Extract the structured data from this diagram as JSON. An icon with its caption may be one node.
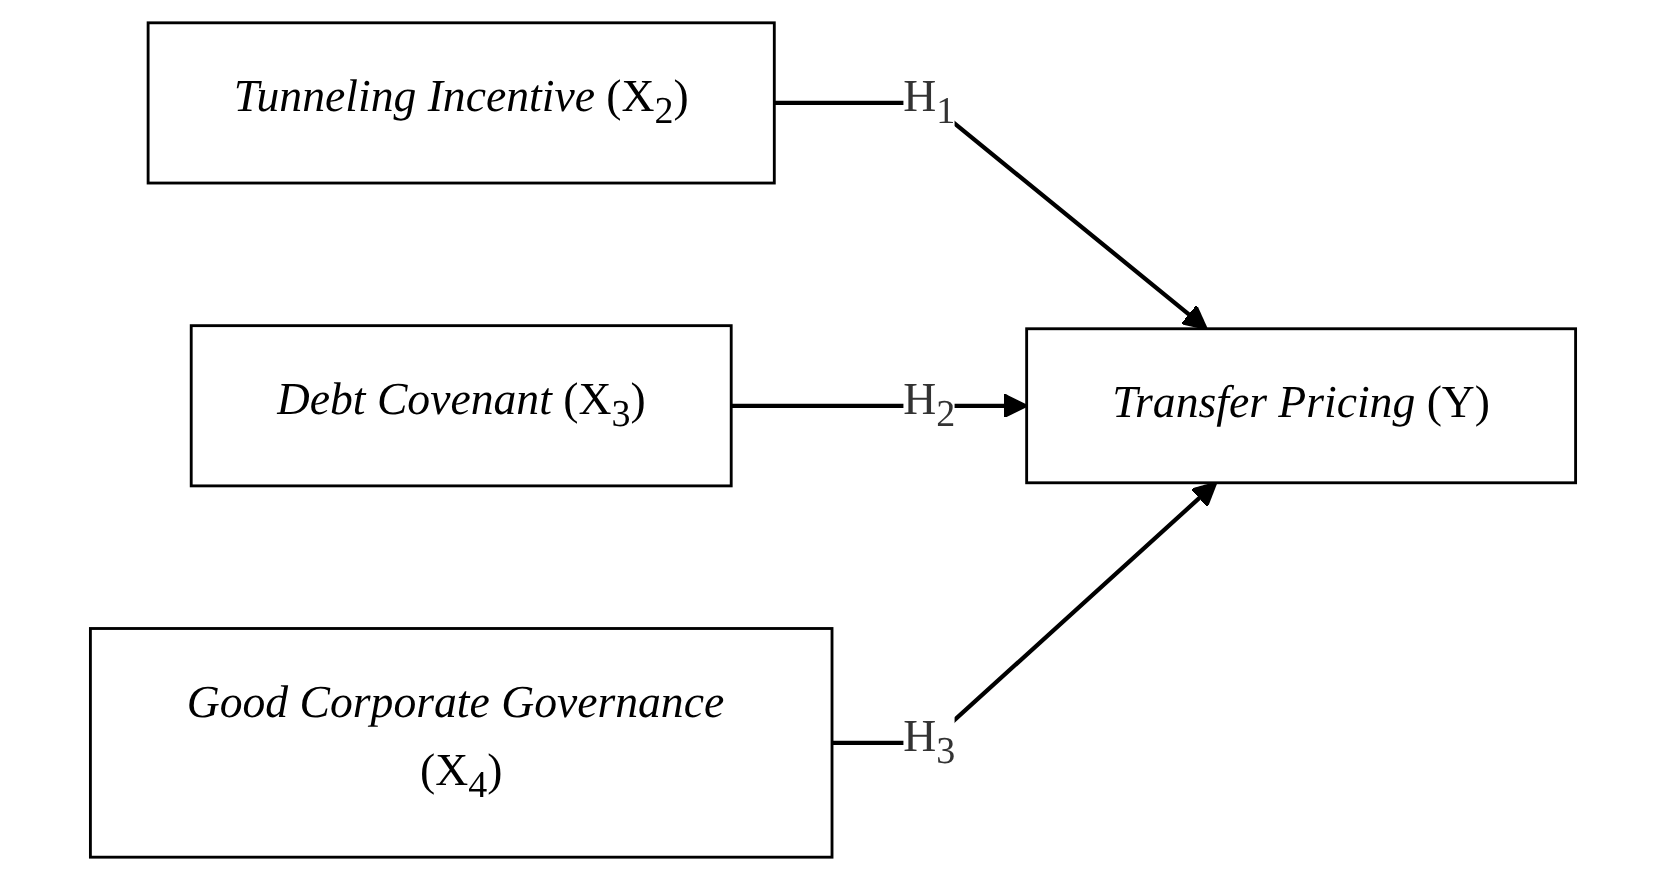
{
  "diagram": {
    "nodes": [
      {
        "text": [
          "*Tunneling Incentive* (X$_{2}$)"
        ]
      },
      {
        "text": [
          "*Debt Covenant* (X$_{3}$)"
        ]
      },
      {
        "text": [
          "*Good Corporate Governance* (X$_{4}$)"
        ]
      },
      {
        "text": [
          "*Transfer Pricing* (Y)"
        ]
      }
    ],
    "edges": [
      {
        "from": 0,
        "to": 3,
        "arrow": "to",
        "label": "H$_{1}$"
      },
      {
        "from": 1,
        "to": 3,
        "arrow": "to",
        "label": "H$_{2}$"
      },
      {
        "from": 2,
        "to": 3,
        "arrow": "to",
        "label": "H$_{3}$"
      }
    ]
  }
}
